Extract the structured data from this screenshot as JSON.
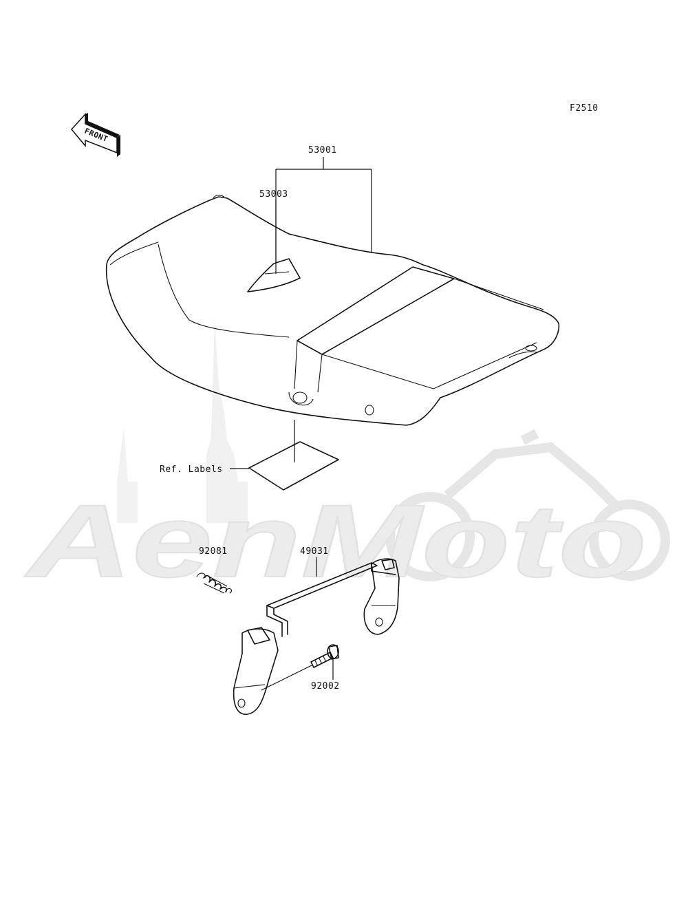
{
  "diagram": {
    "figure_code": "F2510",
    "front_label": "FRONT",
    "watermark": "AenMoto",
    "parts": {
      "seat_assembly": "53001",
      "seat_cover": "53003",
      "ref_labels": "Ref. Labels",
      "spring": "92081",
      "hook_bracket": "49031",
      "bolt": "92002"
    }
  }
}
